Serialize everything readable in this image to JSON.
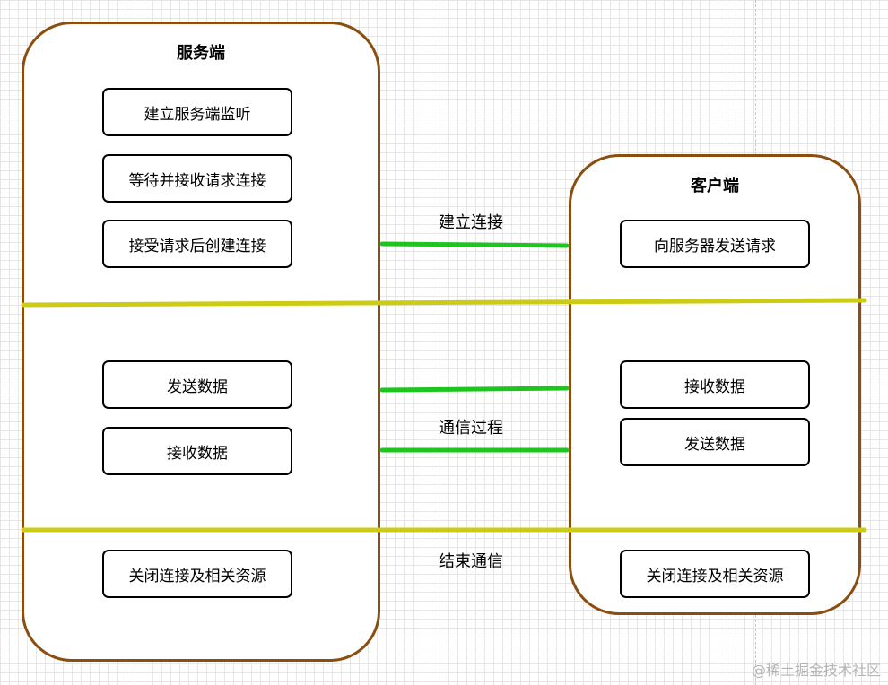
{
  "server": {
    "title": "服务端",
    "steps": [
      "建立服务端监听",
      "等待并接收请求连接",
      "接受请求后创建连接",
      "发送数据",
      "接收数据",
      "关闭连接及相关资源"
    ]
  },
  "client": {
    "title": "客户端",
    "steps": [
      "向服务器发送请求",
      "接收数据",
      "发送数据",
      "关闭连接及相关资源"
    ]
  },
  "phases": {
    "connect": "建立连接",
    "communicate": "通信过程",
    "end": "结束通信"
  },
  "watermark": "@稀土掘金技术社区",
  "colors": {
    "panel_border": "#8a4f10",
    "link_line": "#1ec51e",
    "divider_line": "#cccc16"
  }
}
